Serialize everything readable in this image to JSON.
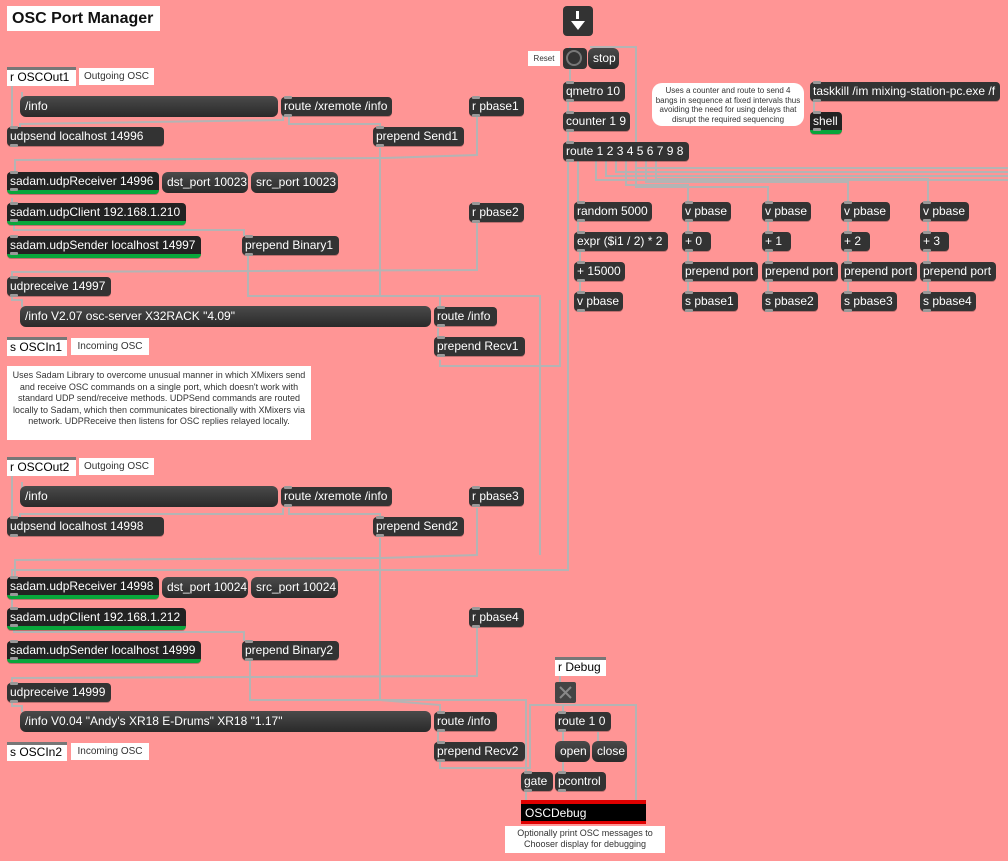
{
  "title": "OSC Port Manager",
  "toolbar": {
    "reset_label": "Reset",
    "stop_label": "stop",
    "open_label": "open",
    "close_label": "close"
  },
  "section1": {
    "receive": "r OSCOut1",
    "receive_comment": "Outgoing OSC",
    "info_msg": "/info",
    "route_xremote": "route /xremote /info",
    "rpbase": "r pbase1",
    "udpsend": "udpsend localhost 14996",
    "prepend_send": "prepend Send1",
    "udp_receiver": "sadam.udpReceiver 14996",
    "dst_port": "dst_port 10023",
    "src_port": "src_port 10023",
    "udp_client": "sadam.udpClient 192.168.1.210",
    "rpbase2": "r pbase2",
    "udp_sender": "sadam.udpSender localhost 14997",
    "prepend_binary": "prepend Binary1",
    "udpreceive": "udpreceive 14997",
    "info_reply": "/info V2.07 osc-server X32RACK \"4.09\"",
    "route_info": "route /info",
    "send": "s OSCIn1",
    "send_comment": "Incoming OSC",
    "prepend_recv": "prepend Recv1"
  },
  "section2": {
    "receive": "r OSCOut2",
    "receive_comment": "Outgoing OSC",
    "info_msg": "/info",
    "route_xremote": "route /xremote /info",
    "rpbase": "r pbase3",
    "udpsend": "udpsend localhost 14998",
    "prepend_send": "prepend Send2",
    "udp_receiver": "sadam.udpReceiver 14998",
    "dst_port": "dst_port 10024",
    "src_port": "src_port 10024",
    "udp_client": "sadam.udpClient 192.168.1.212",
    "rpbase2": "r pbase4",
    "udp_sender": "sadam.udpSender localhost 14999",
    "prepend_binary": "prepend Binary2",
    "udpreceive": "udpreceive 14999",
    "info_reply": "/info V0.04 \"Andy's XR18 E-Drums\" XR18 \"1.17\"",
    "route_info": "route /info",
    "send": "s OSCIn2",
    "send_comment": "Incoming OSC",
    "prepend_recv": "prepend Recv2"
  },
  "sadam_comment": "Uses Sadam Library to overcome unusual manner in which XMixers send and receive OSC commands on a single port, which doesn't work with standard UDP send/receive methods. UDPSend commands are routed locally to Sadam, which then communicates birectionally with XMixers via network. UDPReceive then listens for OSC replies relayed locally.",
  "timer": {
    "qmetro": "qmetro 10",
    "counter": "counter 1 9",
    "route": "route 1 2 3 4 5 6 7 9 8",
    "counter_comment": "Uses a counter and route to send 4 bangs in sequence at fixed intervals thus avoiding the need for using delays that disrupt the required sequencing",
    "taskkill": "taskkill /im mixing-station-pc.exe /f",
    "shell": "shell",
    "random": "random 5000",
    "expr": "expr ($i1 / 2) * 2",
    "plus15000": "+ 15000",
    "vpbase_main": "v pbase",
    "columns": [
      {
        "v": "v pbase",
        "add": "+ 0",
        "prepend": "prepend port",
        "send": "s pbase1"
      },
      {
        "v": "v pbase",
        "add": "+ 1",
        "prepend": "prepend port",
        "send": "s pbase2"
      },
      {
        "v": "v pbase",
        "add": "+ 2",
        "prepend": "prepend port",
        "send": "s pbase3"
      },
      {
        "v": "v pbase",
        "add": "+ 3",
        "prepend": "prepend port",
        "send": "s pbase4"
      }
    ]
  },
  "debug": {
    "receive": "r Debug",
    "route": "route 1 0",
    "gate": "gate",
    "pcontrol": "pcontrol",
    "console": "OSCDebug",
    "comment": "Optionally print OSC messages to Chooser display for debugging"
  },
  "colors": {
    "background": "#ff9595",
    "object": "#333333",
    "green_bar": "#08a63b",
    "console_red": "#e00000"
  }
}
